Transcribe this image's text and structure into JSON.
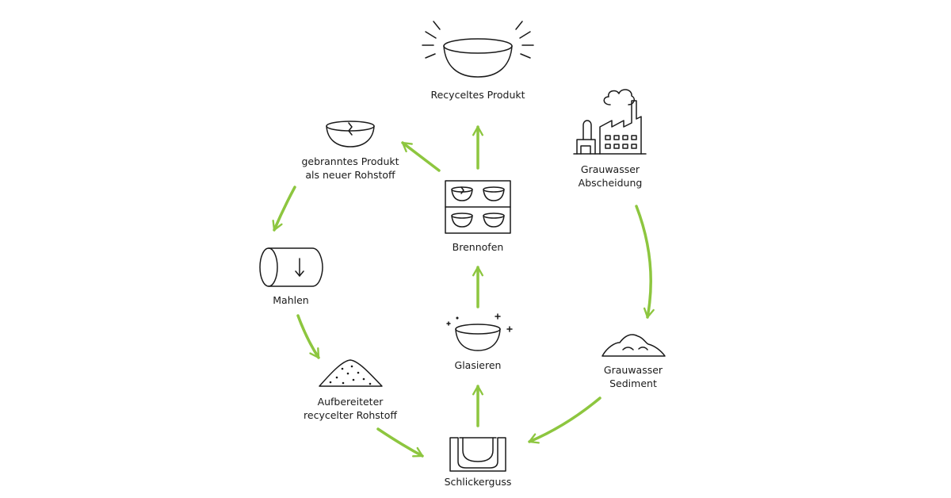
{
  "colors": {
    "arrow": "#8dc63f",
    "icon_stroke": "#1a1a1a",
    "background": "#ffffff"
  },
  "nodes": {
    "recycled_product": {
      "label": "Recyceltes Produkt",
      "icon": "glowing-bowl-icon"
    },
    "fired_product": {
      "line1": "gebranntes Produkt",
      "line2": "als neuer Rohstoff",
      "icon": "cracked-bowl-icon"
    },
    "kiln": {
      "label": "Brennofen",
      "icon": "kiln-icon"
    },
    "greywater_separation": {
      "line1": "Grauwasser",
      "line2": "Abscheidung",
      "icon": "factory-icon"
    },
    "milling": {
      "label": "Mahlen",
      "icon": "mill-drum-icon"
    },
    "glazing": {
      "label": "Glasieren",
      "icon": "sparkling-bowl-icon"
    },
    "greywater_sediment": {
      "line1": "Grauwasser",
      "line2": "Sediment",
      "icon": "sediment-pile-icon"
    },
    "processed_raw_material": {
      "line1": "Aufbereiteter",
      "line2": "recycelter Rohstoff",
      "icon": "powder-pile-icon"
    },
    "slip_casting": {
      "label": "Schlickerguss",
      "icon": "slip-casting-mold-icon"
    }
  }
}
